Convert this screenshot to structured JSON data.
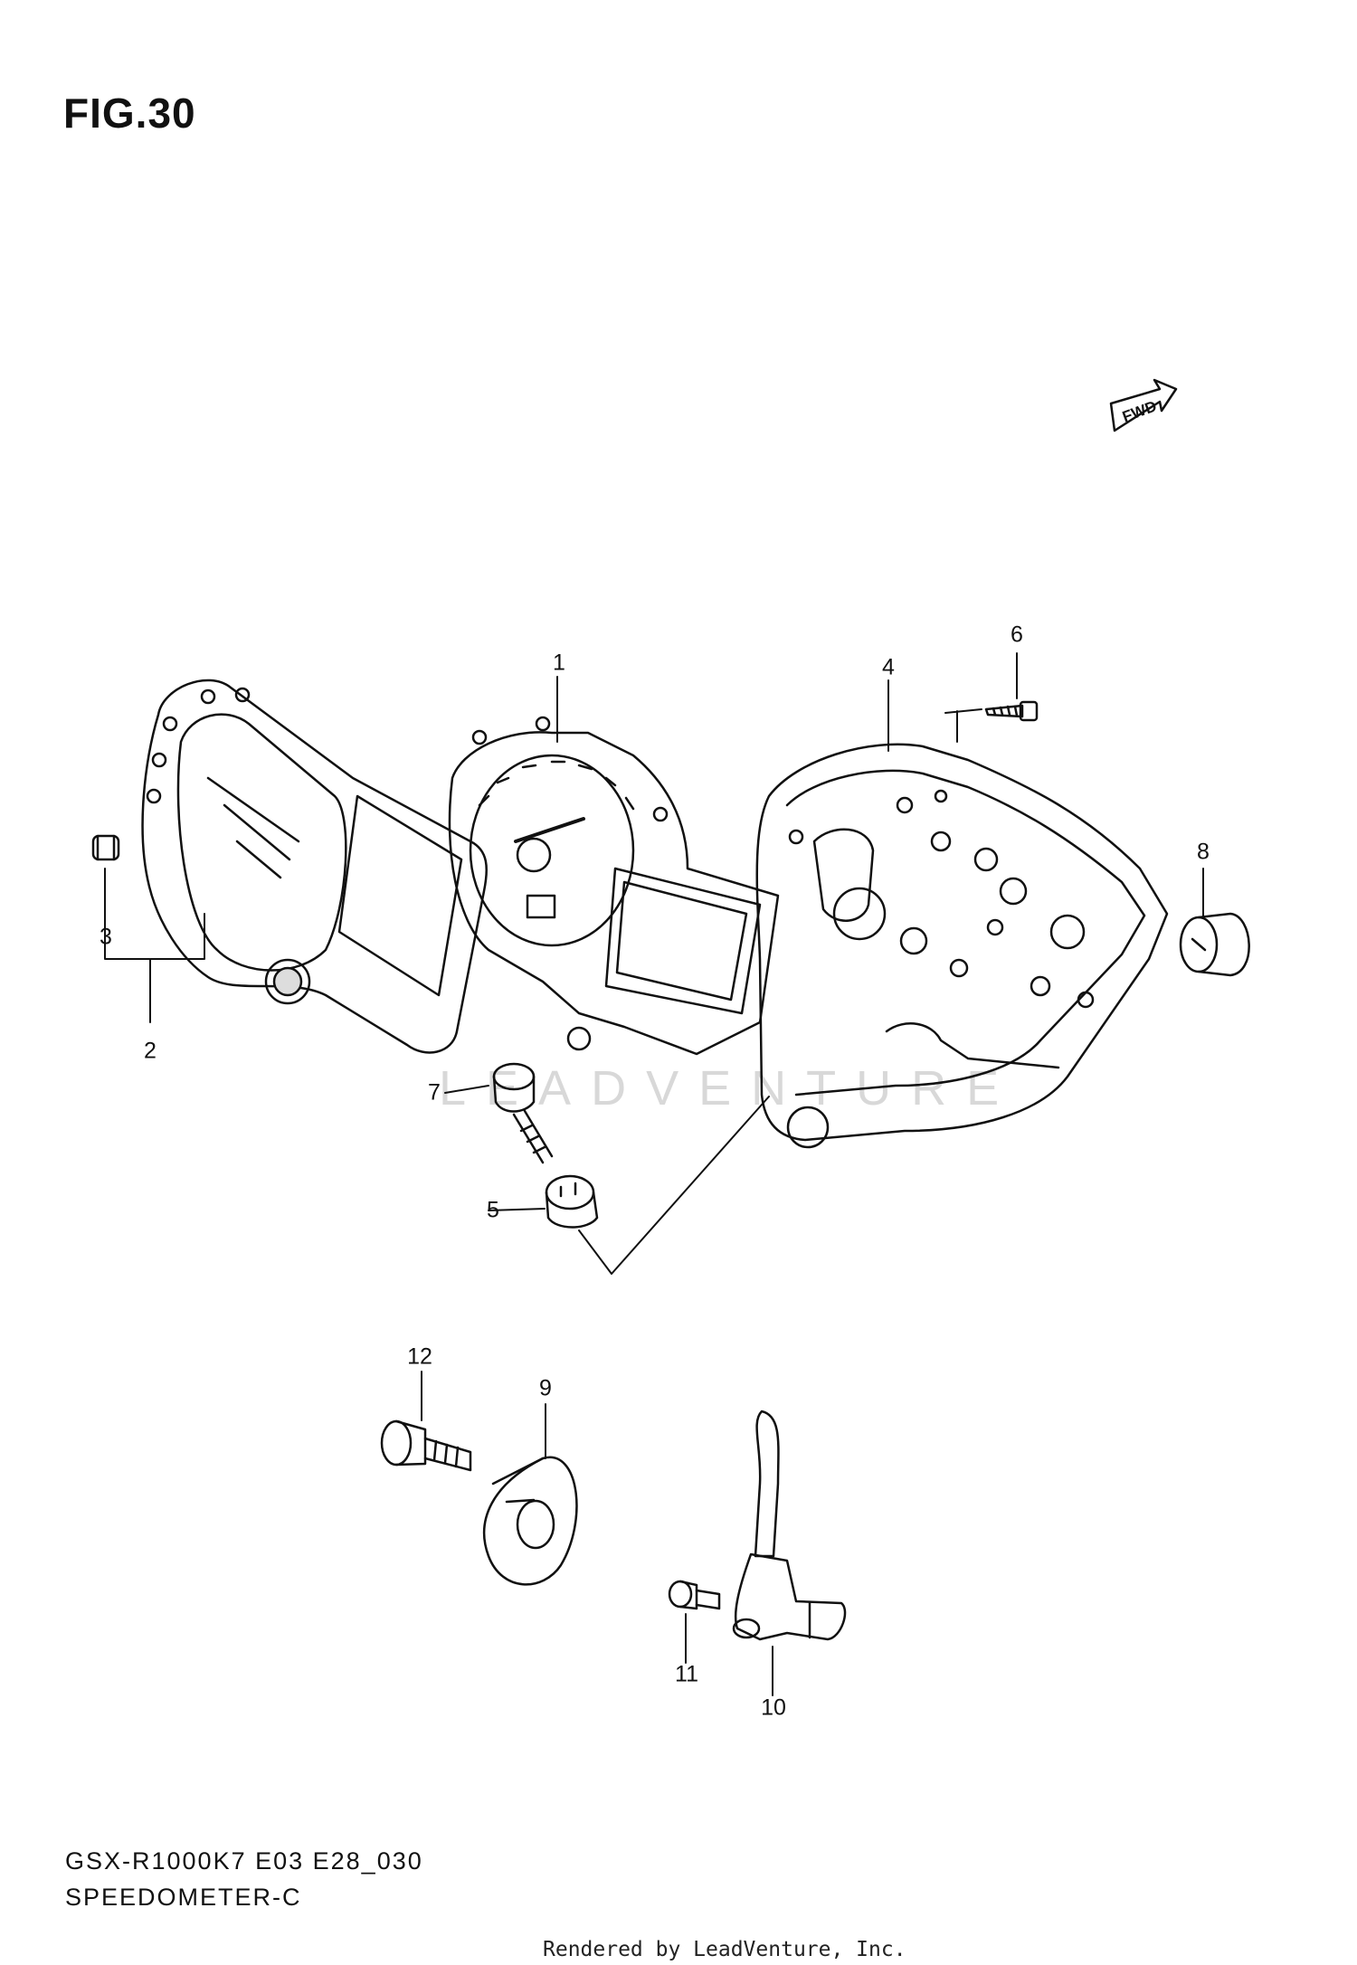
{
  "figure": {
    "title": "FIG.30"
  },
  "direction_badge": {
    "text": "FWD"
  },
  "watermark": {
    "text": "LEADVENTURE"
  },
  "callouts": [
    {
      "number": "1"
    },
    {
      "number": "2"
    },
    {
      "number": "3"
    },
    {
      "number": "4"
    },
    {
      "number": "5"
    },
    {
      "number": "6"
    },
    {
      "number": "7"
    },
    {
      "number": "8"
    },
    {
      "number": "9"
    },
    {
      "number": "10"
    },
    {
      "number": "11"
    },
    {
      "number": "12"
    }
  ],
  "footer": {
    "model_code": "GSX-R1000K7 E03 E28_030",
    "section_name": "SPEEDOMETER-C",
    "credit": "Rendered by LeadVenture, Inc."
  }
}
